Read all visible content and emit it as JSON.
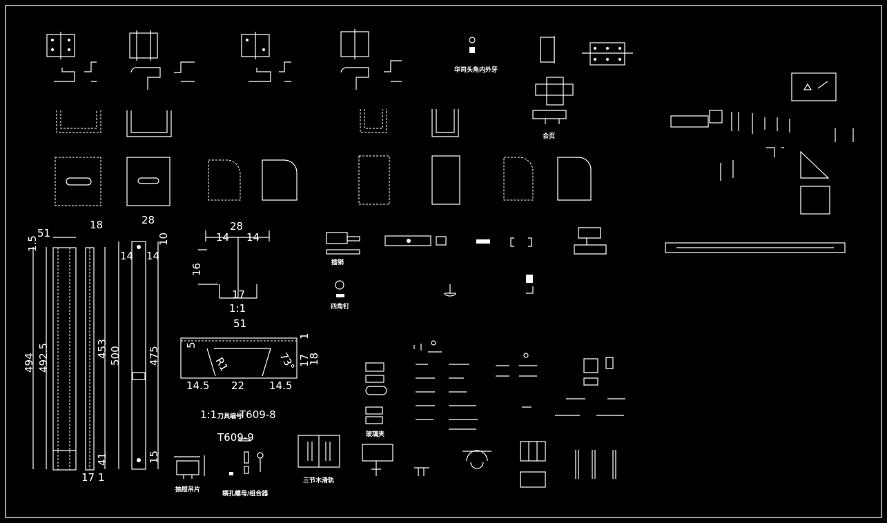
{
  "colors": {
    "background": "#000000",
    "lines": "#ffffff"
  },
  "labels": {
    "washer_nut": "华司头角内外牙",
    "hinge": "合页",
    "latch": "插销",
    "four_prong_nut": "四角钉",
    "glass_clip": "玻璃夹",
    "drawer_hanger": "抽屉吊片",
    "cross_nut_connector": "横孔螺母/组合器",
    "three_section_slide": "三节木滑轨"
  },
  "tool": {
    "scale": "1:1",
    "tool_no_label": "刀具编号",
    "code_a": "T609-8",
    "code_b": "T609-9",
    "scale2": "1:1"
  },
  "dims": {
    "strip": {
      "a": "1.5",
      "b": "51",
      "c": "18",
      "d": "494",
      "e": "492.5",
      "f": "453",
      "g": "41",
      "h": "17",
      "i": "1"
    },
    "bar": {
      "a": "28",
      "b": "10",
      "c": "14",
      "d": "14",
      "e": "500",
      "f": "475",
      "g": "15"
    },
    "tee": {
      "a": "28",
      "b": "14",
      "c": "14",
      "d": "16",
      "e": "17"
    },
    "profile": {
      "a": "51",
      "b": "5",
      "c": "R1",
      "d": "73°",
      "e": "1",
      "f": "17",
      "g": "18",
      "h": "14.5",
      "i": "22",
      "j": "14.5"
    }
  }
}
